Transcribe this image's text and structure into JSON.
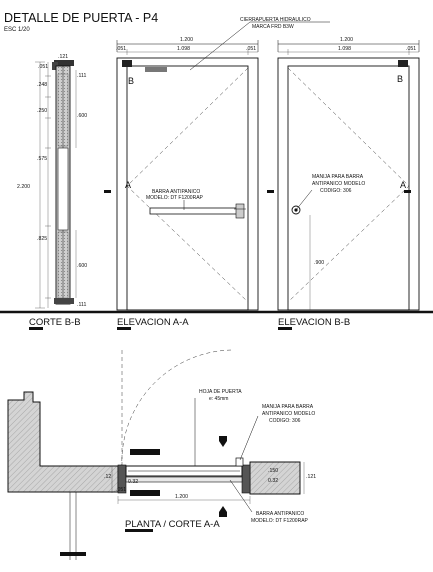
{
  "title": "DETALLE DE PUERTA - P4",
  "scale": "ESC 1/20",
  "sections": {
    "corte_bb": "CORTE B-B",
    "elevacion_aa": "ELEVACION A-A",
    "elevacion_bb": "ELEVACION B-B",
    "planta": "PLANTA / CORTE A-A"
  },
  "callouts": {
    "cierrapuerta_1": "CIERRAPUERTA HIDRAULICO",
    "cierrapuerta_2": "MARCA FRD B3W",
    "barra_elev_1": "BARRA ANTIPANICO",
    "barra_elev_2": "MODELO: DT F1200RAP",
    "manija_elev_1": "MANIJA PARA BARRA",
    "manija_elev_2": "ANTIPANICO MODELO",
    "manija_elev_3": "CODIGO: 306",
    "hoja_1": "HOJA DE PUERTA",
    "hoja_2": "e: 45mm",
    "manija_plan_1": "MANIJA PARA BARRA",
    "manija_plan_2": "ANTIPANICO MODELO",
    "manija_plan_3": "CODIGO: 306",
    "barra_plan_1": "BARRA ANTIPANICO",
    "barra_plan_2": "MODELO: DT F1200RAP"
  },
  "markers": {
    "a": "A",
    "b": "B"
  },
  "dimensions": {
    "d051": ".051",
    "d121": ".121",
    "d111": ".111",
    "d248": ".248",
    "d250": ".250",
    "d600": ".600",
    "d575": ".575",
    "d2200": "2.200",
    "d825": ".825",
    "d1200": "1.200",
    "d1098": "1.098",
    "d900": ".900",
    "d032": "0.32",
    "d12": ".12",
    "d150": ".150"
  }
}
